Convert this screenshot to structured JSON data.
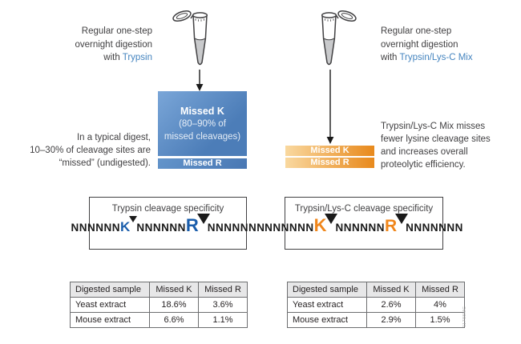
{
  "colors": {
    "accent_blue": "#4484bf",
    "letter_blue": "#1a5dab",
    "letter_orange": "#f0861b",
    "box_blue_light": "#7aa6d8",
    "box_blue_dark": "#4c7db8",
    "bar_orange_light": "#f9d89f",
    "bar_orange_dark": "#e8891c",
    "table_header_bg": "#e7e7e8"
  },
  "left": {
    "intro_line1": "Regular one-step",
    "intro_line2": "overnight digestion",
    "intro_line3_prefix": "with",
    "enzyme": "Trypsin",
    "note_line1": "In a typical digest,",
    "note_line2": "10–30% of cleavage sites are",
    "note_line3": "“missed” (undigested).",
    "box_title": "Missed K",
    "box_sub1": "(80–90% of",
    "box_sub2": "missed cleavages)",
    "bar_label": "Missed R"
  },
  "right": {
    "intro_line1": "Regular one-step",
    "intro_line2": "overnight digestion",
    "intro_line3_prefix": "with",
    "enzyme": "Trypsin/Lys-C Mix",
    "note_line1": "Trypsin/Lys-C Mix misses",
    "note_line2": "fewer lysine cleavage sites",
    "note_line3": "and increases overall",
    "note_line4": "proteolytic efficiency.",
    "bar_k_label": "Missed K",
    "bar_r_label": "Missed R"
  },
  "spec_left": {
    "title": "Trypsin cleavage specificity",
    "n1": "NNNNNN",
    "k": "K",
    "n2": "NNNNNN",
    "r": "R",
    "n3": "NNNNNNN"
  },
  "spec_right": {
    "title": "Trypsin/Lys-C cleavage specificity",
    "n1": "NNNNNN",
    "k": "K",
    "n2": "NNNNNN",
    "r": "R",
    "n3": "NNNNNNN"
  },
  "tables": {
    "left": {
      "headers": [
        "Digested sample",
        "Missed K",
        "Missed R"
      ],
      "rows": [
        [
          "Yeast extract",
          "18.6%",
          "3.6%"
        ],
        [
          "Mouse extract",
          "6.6%",
          "1.1%"
        ]
      ]
    },
    "right": {
      "headers": [
        "Digested sample",
        "Missed K",
        "Missed R"
      ],
      "rows": [
        [
          "Yeast extract",
          "2.6%",
          "4%"
        ],
        [
          "Mouse extract",
          "2.9%",
          "1.5%"
        ]
      ]
    }
  },
  "watermark": "11788MC"
}
